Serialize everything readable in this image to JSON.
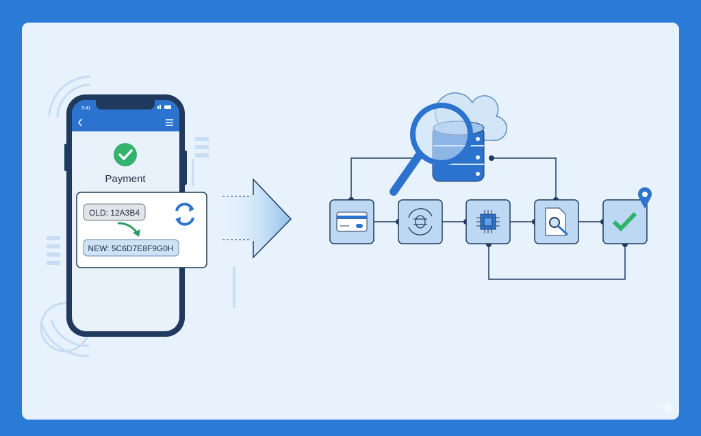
{
  "phone": {
    "time": "9:41",
    "screen_title": "Payment",
    "status_icon": "check-circle-icon",
    "back_icon": "chevron-left-icon",
    "menu_icon": "hamburger-menu-icon"
  },
  "token_card": {
    "old_label": "OLD: 12A3B4",
    "new_label": "NEW: 5C6D7E8F9G0H",
    "refresh_icon": "refresh-icon"
  },
  "pipeline": {
    "nodes": [
      "credit-card-icon",
      "tokenization-cycle-icon",
      "chip-processor-icon",
      "document-search-icon",
      "checkmark-icon"
    ],
    "database_icon": "database-magnifier-icon",
    "pin_icon": "location-pin-icon"
  },
  "colors": {
    "brand": "#2b7bd6",
    "background": "#e7f2fd",
    "dark": "#1f3a5c",
    "success": "#2fb36b"
  }
}
